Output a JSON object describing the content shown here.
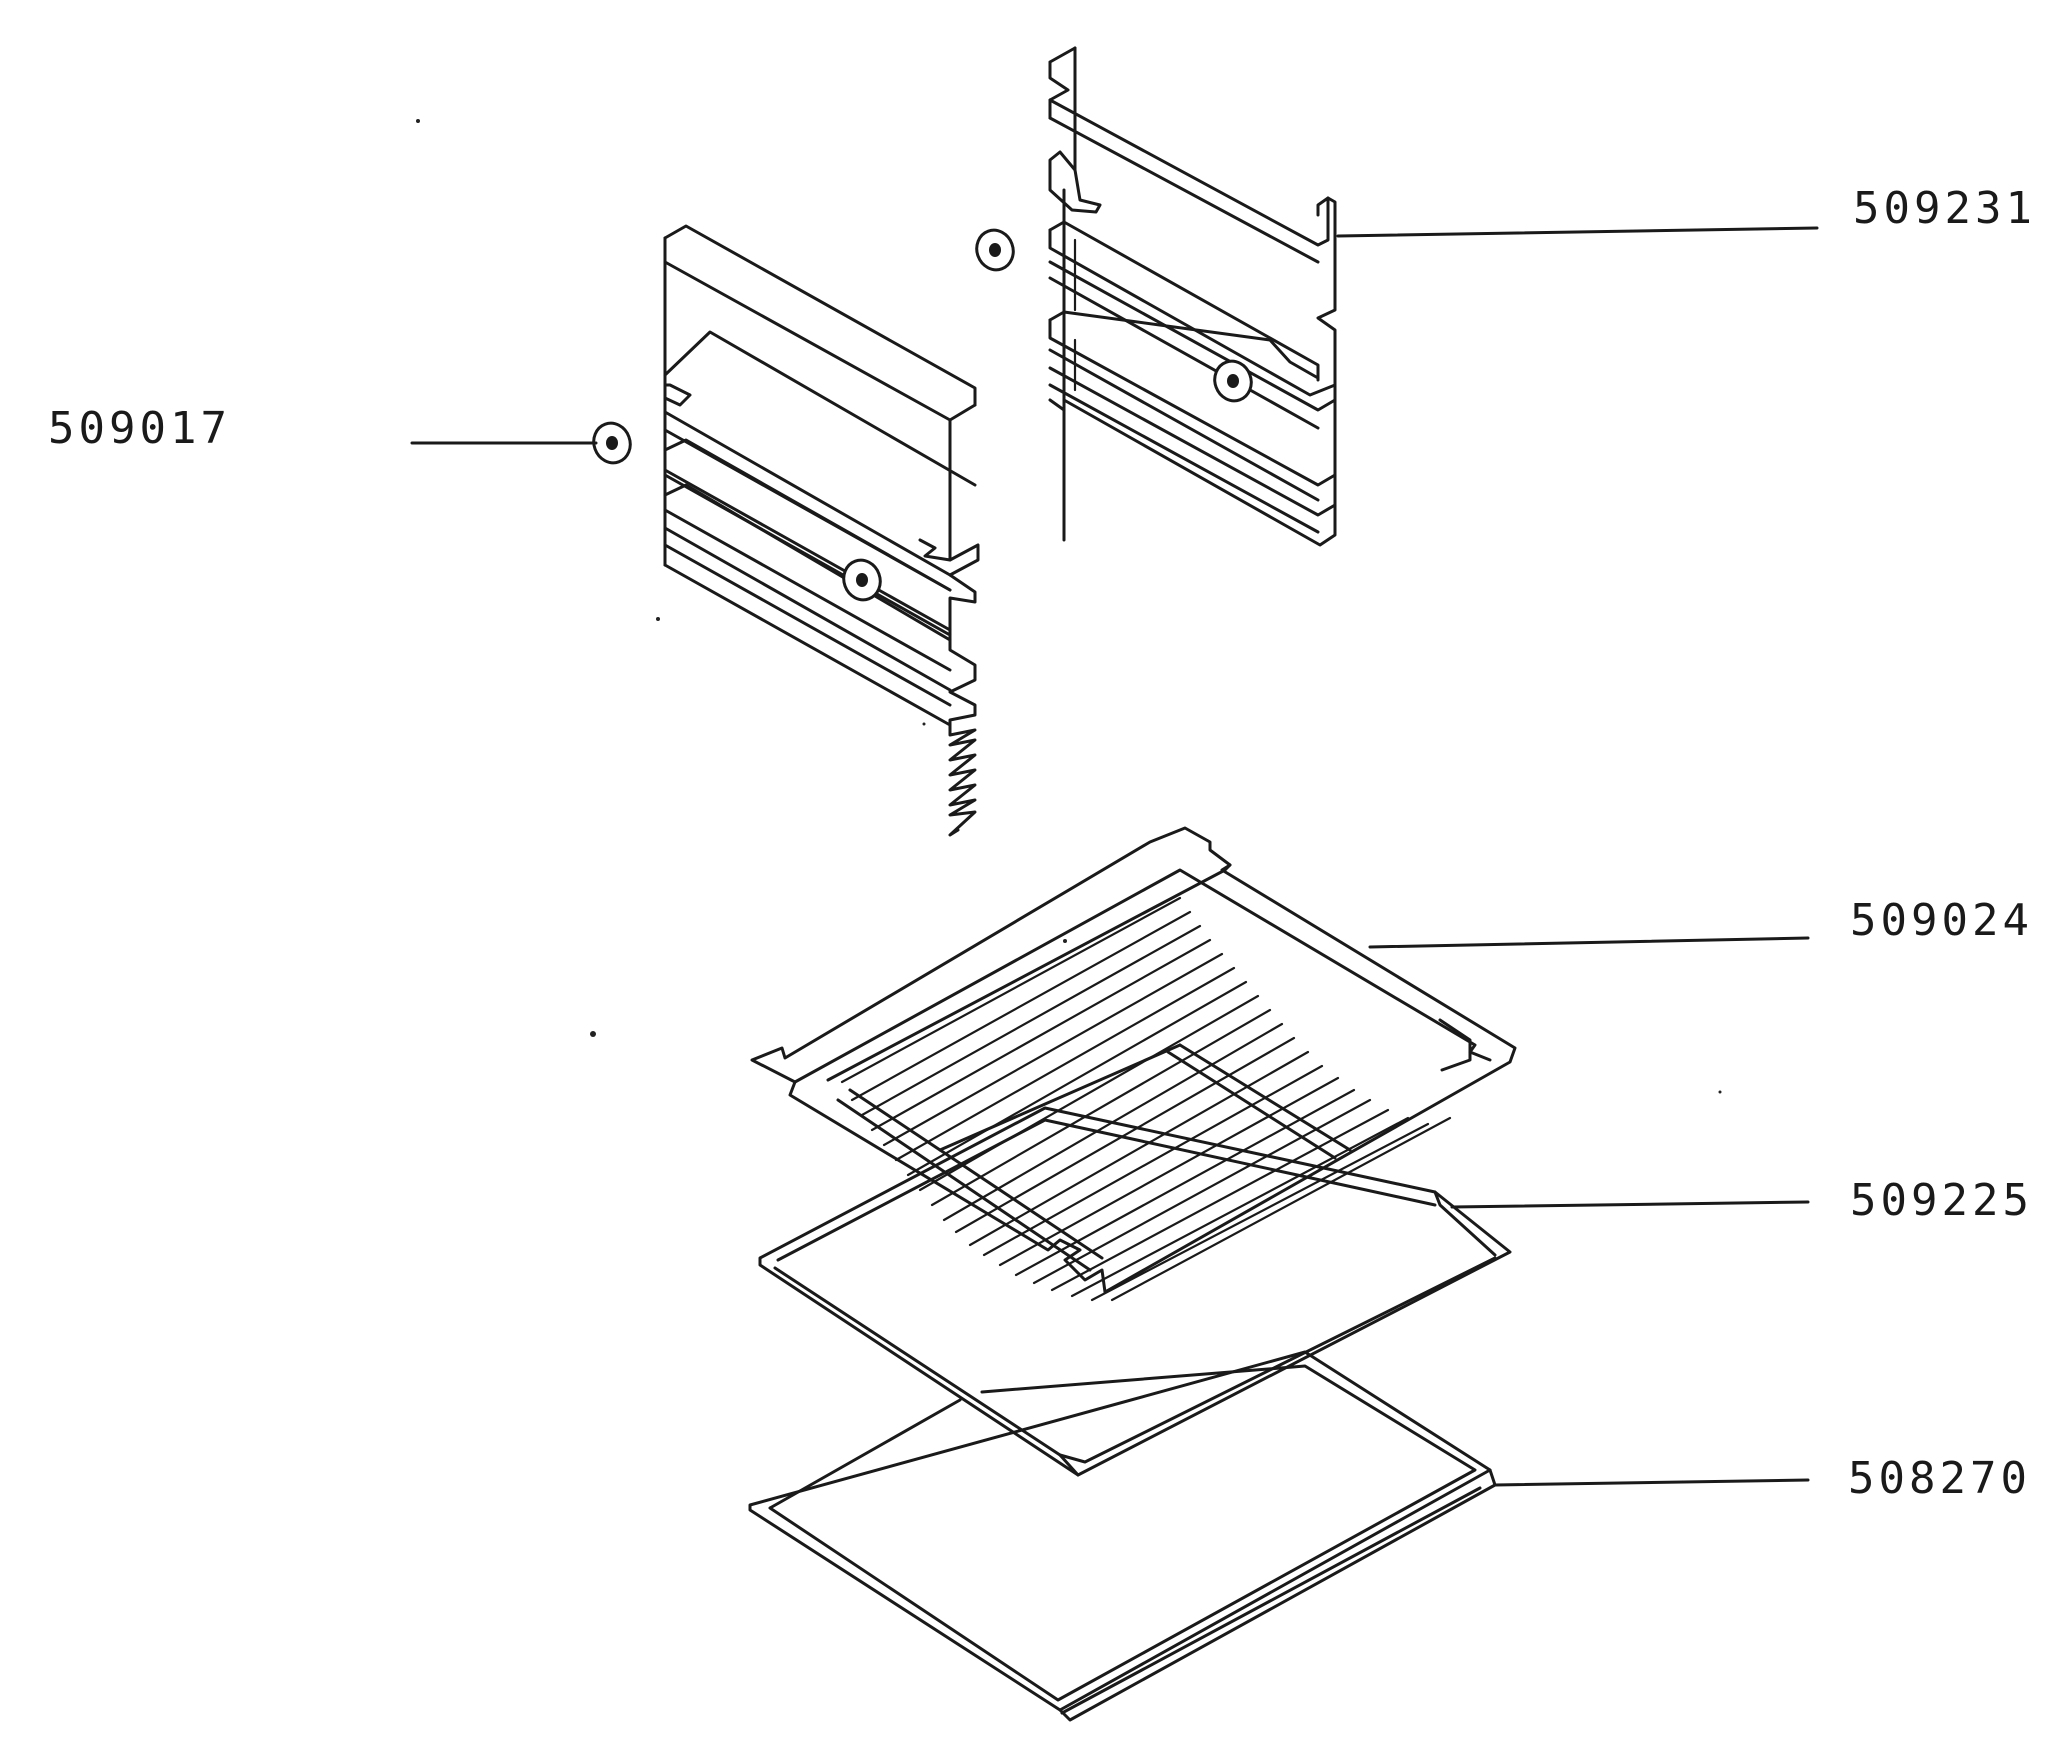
{
  "diagram": {
    "parts": [
      {
        "id": "part-509231",
        "label": "509231"
      },
      {
        "id": "part-509017",
        "label": "509017"
      },
      {
        "id": "part-509024",
        "label": "509024"
      },
      {
        "id": "part-509225",
        "label": "509225"
      },
      {
        "id": "part-508270",
        "label": "508270"
      }
    ]
  }
}
